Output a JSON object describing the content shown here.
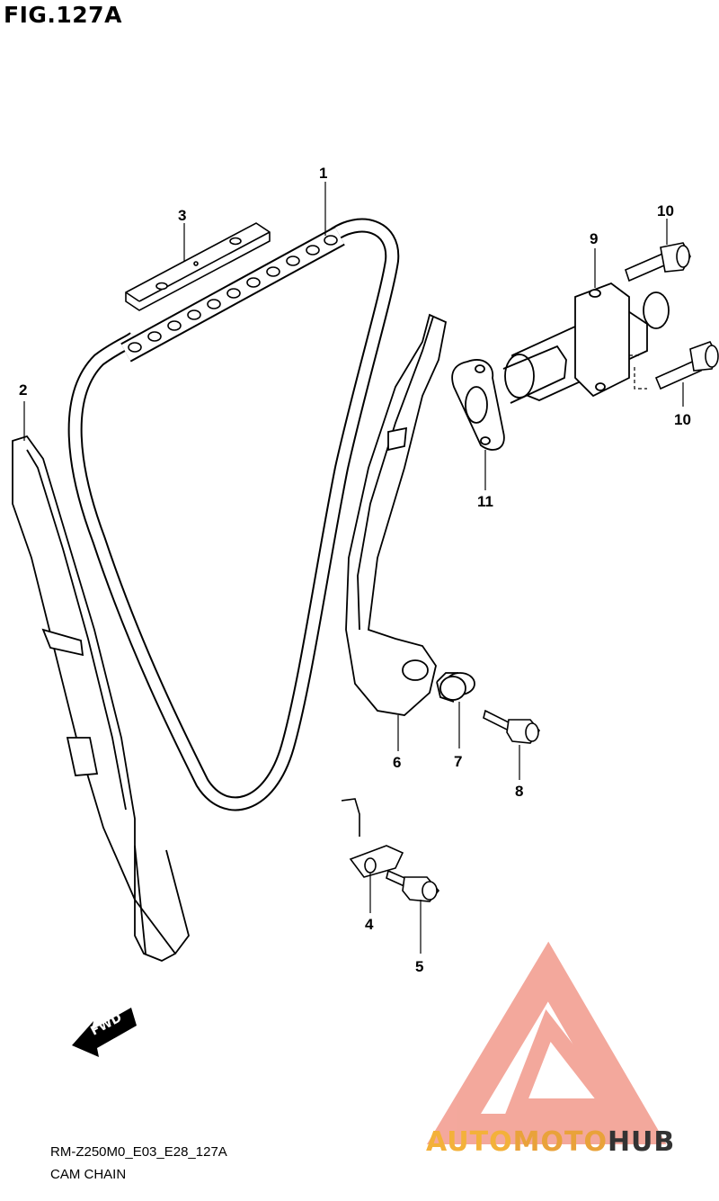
{
  "figure": {
    "title": "FIG.127A"
  },
  "callouts": [
    "1",
    "2",
    "3",
    "4",
    "5",
    "6",
    "7",
    "8",
    "9",
    "10",
    "10",
    "11"
  ],
  "fwd_label": "FWD",
  "footer": {
    "code": "RM-Z250M0_E03_E28_127A",
    "name": "CAM CHAIN"
  },
  "brand": {
    "part1": "AUTO",
    "part2": "MOTO",
    "part3": "HUB"
  },
  "colors": {
    "line": "#000000",
    "logo_triangle": "#f08b7c",
    "logo_text_orange": "#f3b13a",
    "logo_text_dark": "#333333"
  }
}
